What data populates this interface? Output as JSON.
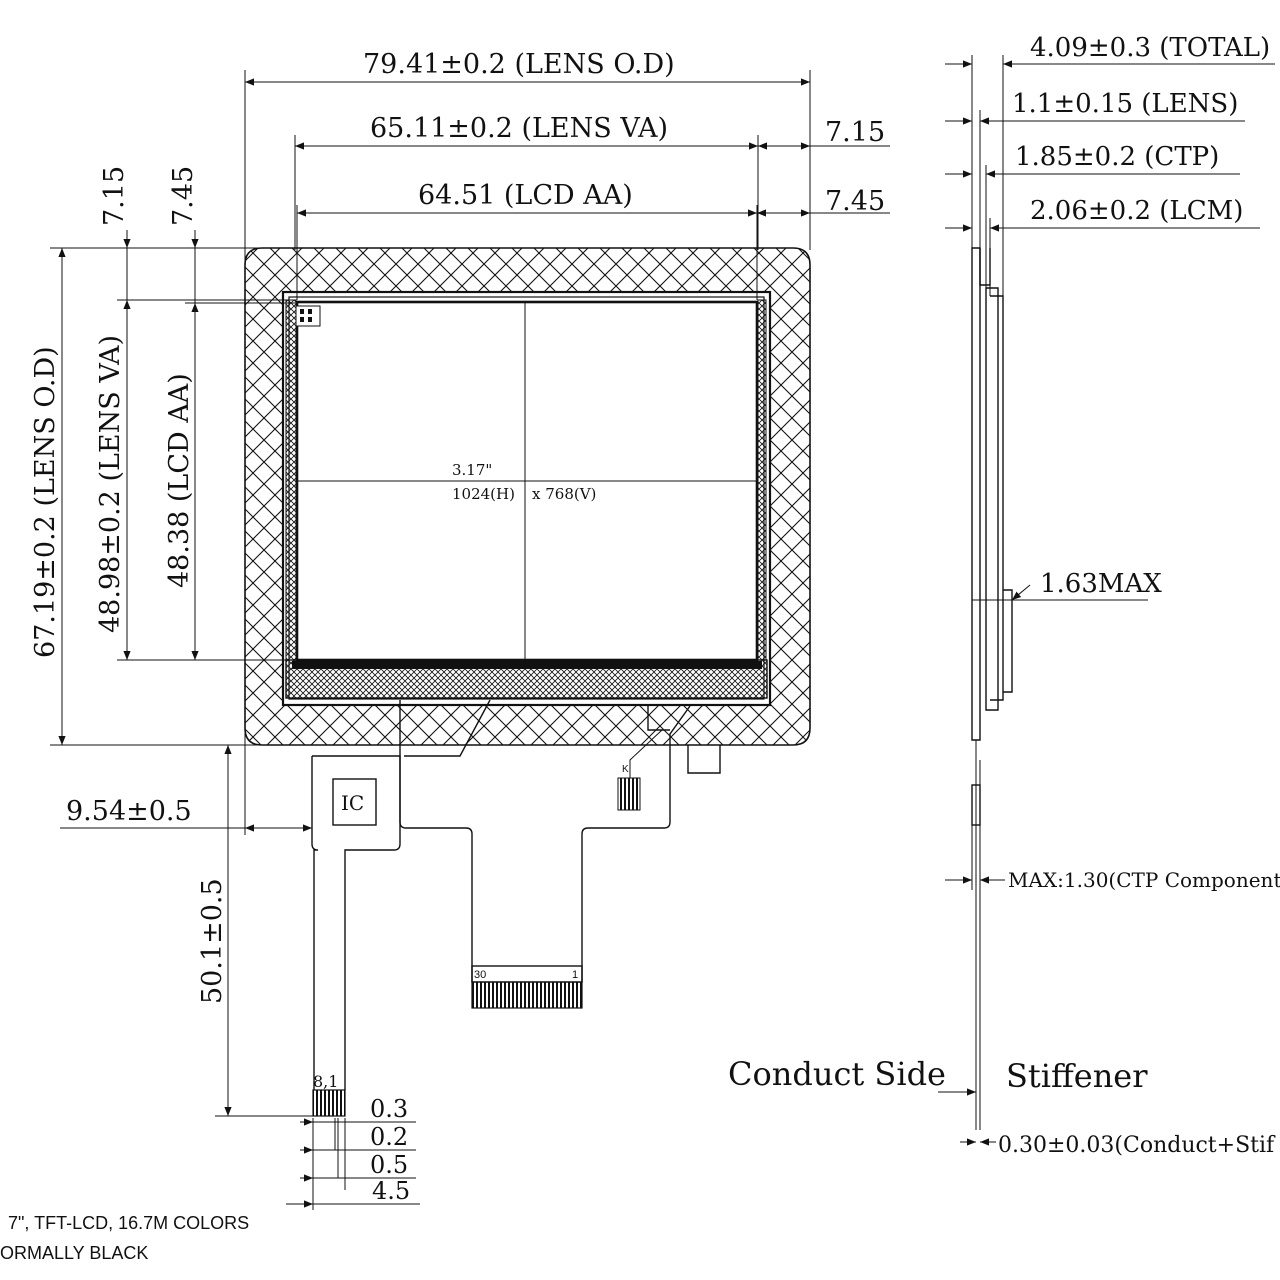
{
  "front_view": {
    "width_dims": {
      "lens_od": "79.41±0.2 (LENS O.D)",
      "lens_va": "65.11±0.2 (LENS VA)",
      "lcd_aa": "64.51 (LCD AA)",
      "right_offset_va": "7.15",
      "right_offset_aa": "7.45"
    },
    "height_dims": {
      "lens_od": "67.19±0.2 (LENS O.D)",
      "lens_va": "48.98±0.2 (LENS VA)",
      "lcd_aa": "48.38 (LCD AA)",
      "top_offset_va": "7.15",
      "top_offset_aa": "7.45"
    },
    "screen": {
      "size": "3.17\"",
      "resolution_h": "1024(H)",
      "resolution_sep": "x 768(V)"
    },
    "fpc": {
      "ic_label": "IC",
      "left_offset": "9.54±0.5",
      "length": "50.1±0.5",
      "pin_first": "30",
      "pin_last": "1",
      "small_conn_label": "8,1",
      "k_label": "K"
    },
    "pitch_dims": [
      "0.3",
      "0.2",
      "0.5",
      "4.5"
    ]
  },
  "side_view": {
    "total": "4.09±0.3 (TOTAL)",
    "lens": "1.1±0.15 (LENS)",
    "ctp": "1.85±0.2 (CTP)",
    "lcm": "2.06±0.2 (LCM)",
    "max_163": "1.63MAX",
    "ctp_component": "MAX:1.30(CTP Component)",
    "conduct_side": "Conduct Side",
    "stiffener": "Stiffener",
    "conduct_thickness": "0.30±0.03(Conduct+Stif"
  },
  "notes": {
    "line1": "7\", TFT-LCD, 16.7M COLORS",
    "line2": "ORMALLY BLACK"
  }
}
